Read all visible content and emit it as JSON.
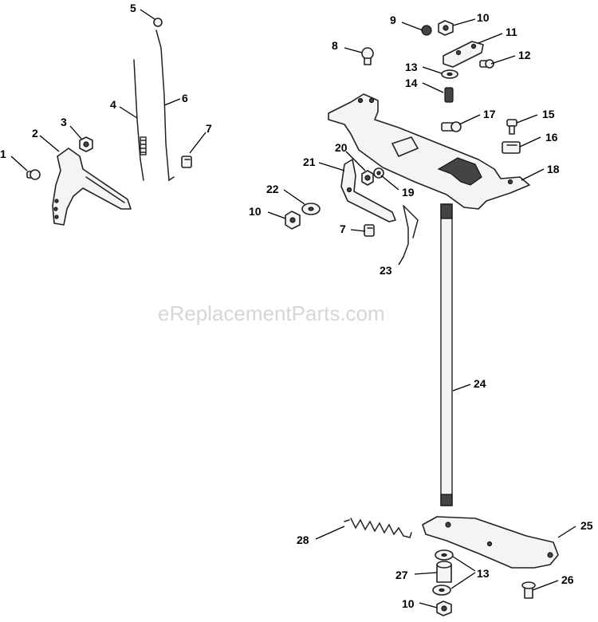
{
  "watermark": "eReplacementParts.com",
  "callouts": {
    "c1": "1",
    "c2": "2",
    "c3": "3",
    "c4": "4",
    "c5": "5",
    "c6": "6",
    "c7a": "7",
    "c7b": "7",
    "c8": "8",
    "c9": "9",
    "c10a": "10",
    "c10b": "10",
    "c10c": "10",
    "c11": "11",
    "c12": "12",
    "c13a": "13",
    "c13b": "13",
    "c14": "14",
    "c15": "15",
    "c16": "16",
    "c17": "17",
    "c18": "18",
    "c19": "19",
    "c20": "20",
    "c21": "21",
    "c22": "22",
    "c23": "23",
    "c24": "24",
    "c25": "25",
    "c26": "26",
    "c27": "27",
    "c28": "28"
  }
}
